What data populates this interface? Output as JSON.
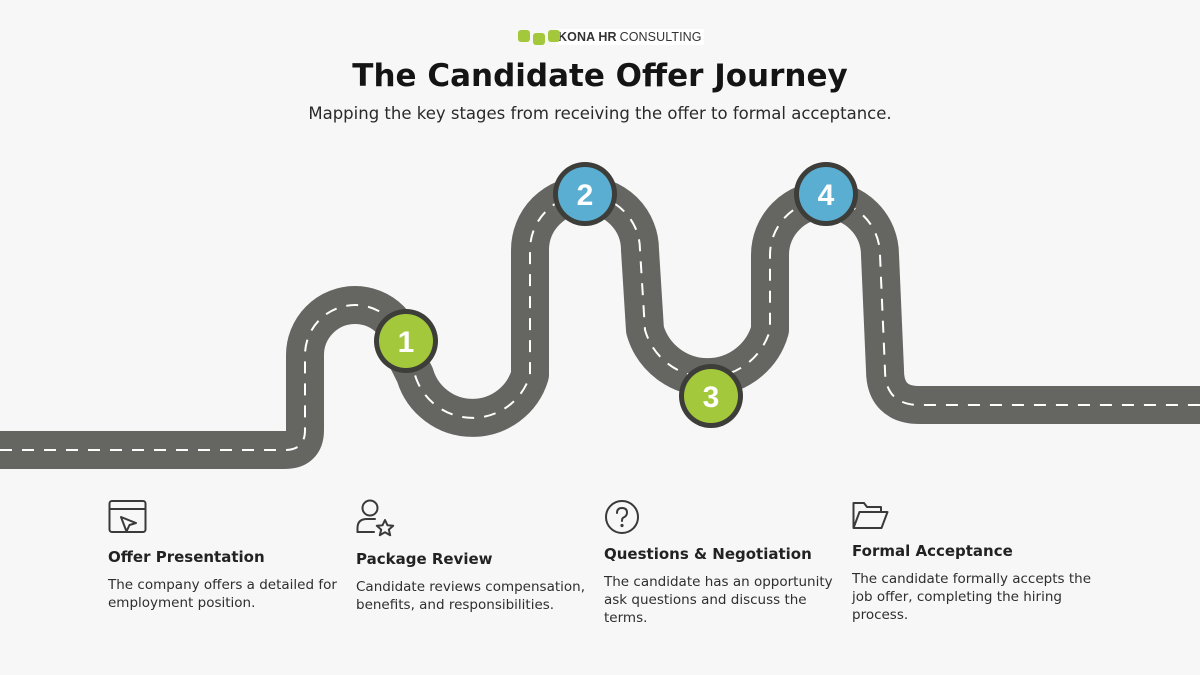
{
  "brand": {
    "name_bold": "KONA HR",
    "name_rest": "CONSULTING",
    "mark_color": "#a3c83b"
  },
  "title": "The Candidate Offer Journey",
  "subtitle": "Mapping the key stages from receiving the offer to formal acceptance.",
  "colors": {
    "road": "#656561",
    "road_dash": "#ffffff",
    "marker_green": "#a3c83b",
    "marker_blue": "#5aaed2"
  },
  "markers": [
    {
      "number": "1",
      "color": "green"
    },
    {
      "number": "2",
      "color": "blue"
    },
    {
      "number": "3",
      "color": "green"
    },
    {
      "number": "4",
      "color": "blue"
    }
  ],
  "stages": [
    {
      "icon": "browser-cursor-icon",
      "title": "Offer Presentation",
      "description": "The company offers a detailed for employment position."
    },
    {
      "icon": "user-star-icon",
      "title": "Package Review",
      "description": "Candidate reviews compensation, benefits, and responsibilities."
    },
    {
      "icon": "question-circle-icon",
      "title": "Questions & Negotiation",
      "description": "The candidate has an opportunity ask questions and discuss the terms."
    },
    {
      "icon": "folder-open-icon",
      "title": "Formal Acceptance",
      "description": "The candidate formally accepts the job offer, completing the hiring process."
    }
  ]
}
